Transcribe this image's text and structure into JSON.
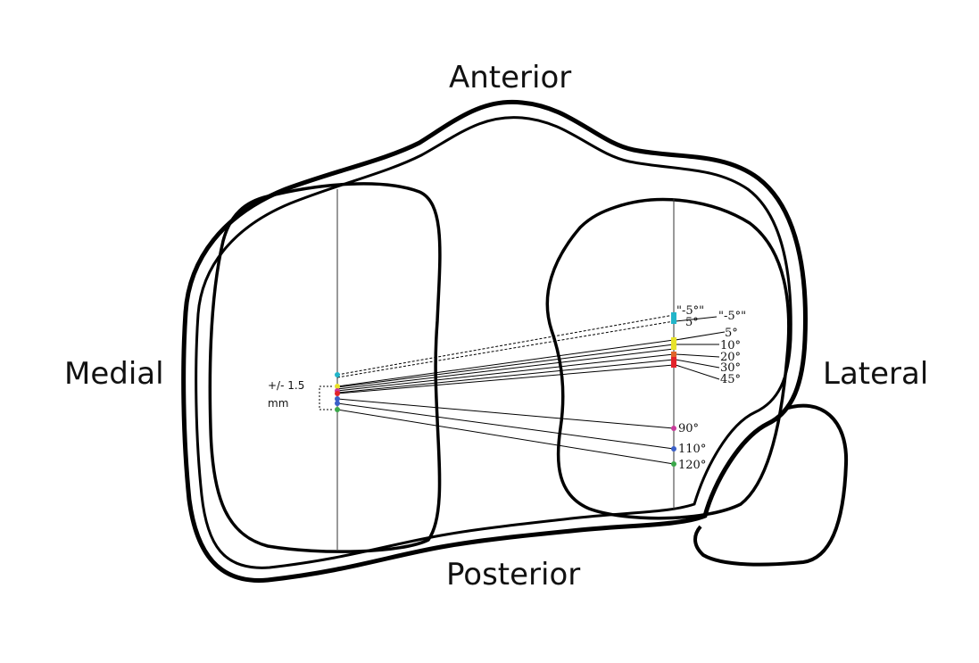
{
  "labels": {
    "anterior": "Anterior",
    "posterior": "Posterior",
    "medial": "Medial",
    "lateral": "Lateral",
    "tolerance": "+/- 1.5",
    "tolerance_unit": "mm"
  },
  "angles": {
    "dashed_neg5_a": "\"-5°\"",
    "dashed_5": "5°",
    "neg5_b": "\"-5°\"",
    "a5": "5°",
    "a10": "10°",
    "a20": "20°",
    "a30": "30°",
    "a45": "45°",
    "a90": "90°",
    "a110": "110°",
    "a120": "120°"
  },
  "colors": {
    "outline": "#000000",
    "cyan": "#22b5c9",
    "yellow": "#e8e22a",
    "orange": "#e0652a",
    "red": "#e2232a",
    "magenta": "#c83a9a",
    "blue": "#3a5fc8",
    "green": "#3aa84a"
  }
}
